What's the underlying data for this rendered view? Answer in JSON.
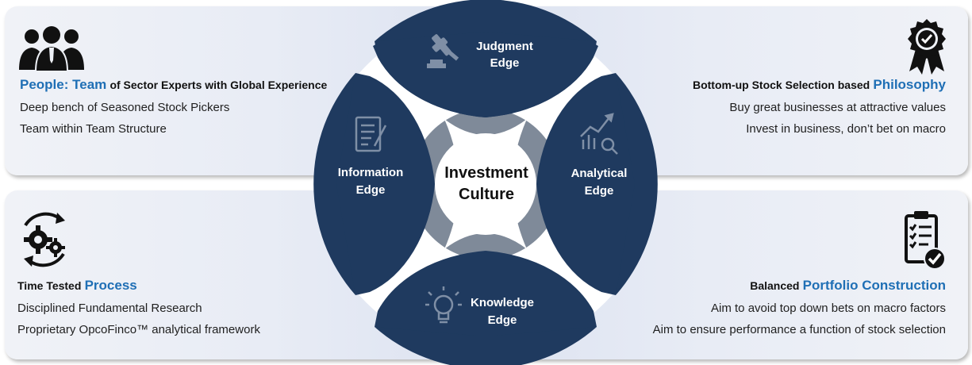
{
  "center": {
    "line1": "Investment",
    "line2": "Culture"
  },
  "segments": {
    "judgment": {
      "line1": "Judgment",
      "line2": "Edge",
      "icon": "gavel-icon"
    },
    "information": {
      "line1": "Information",
      "line2": "Edge",
      "icon": "document-icon"
    },
    "analytical": {
      "line1": "Analytical",
      "line2": "Edge",
      "icon": "chart-magnifier-icon"
    },
    "knowledge": {
      "line1": "Knowledge",
      "line2": "Edge",
      "icon": "lightbulb-icon"
    }
  },
  "panels": {
    "people": {
      "icon": "team-people-icon",
      "heading_accent": "People: Team",
      "heading_rest": "of Sector Experts with Global Experience",
      "bullets": [
        "Deep bench of Seasoned Stock Pickers",
        "Team within Team Structure"
      ]
    },
    "philosophy": {
      "icon": "award-badge-icon",
      "heading_prefix": "Bottom-up Stock Selection based",
      "heading_accent": "Philosophy",
      "bullets": [
        "Buy great businesses at attractive values",
        "Invest in business, don’t bet on macro"
      ]
    },
    "process": {
      "icon": "gears-cycle-icon",
      "heading_prefix": "Time Tested",
      "heading_accent": "Process",
      "bullets": [
        "Disciplined Fundamental Research",
        "Proprietary OpcoFinco™ analytical framework"
      ]
    },
    "portfolio": {
      "icon": "checklist-clipboard-icon",
      "heading_prefix": "Balanced",
      "heading_accent": "Portfolio Construction",
      "bullets": [
        "Aim to avoid top down bets on macro factors",
        "Aim to ensure performance a function of stock selection"
      ]
    }
  },
  "colors": {
    "segment_fill": "#1f3a5f",
    "ring_fill": "#c5cad6",
    "inner_circle": "#7f8a99",
    "accent_text": "#1f6fb5",
    "panel_bg": "#e8ecf5"
  }
}
